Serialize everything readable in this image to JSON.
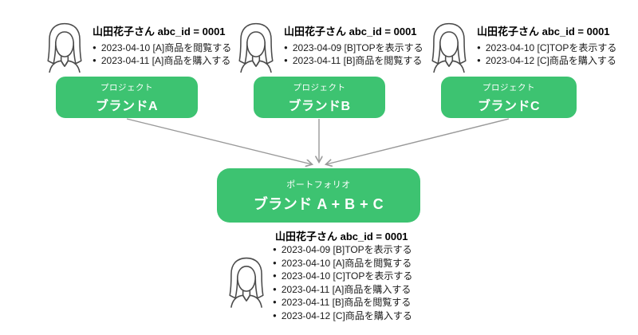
{
  "colors": {
    "node_green": "#3dc371",
    "node_text": "#ffffff",
    "arrow_gray": "#999999",
    "text_black": "#111111"
  },
  "top_groups": [
    {
      "icon": "woman-avatar",
      "title": "山田花子さん abc_id = 0001",
      "events": [
        "2023-04-10 [A]商品を閲覧する",
        "2023-04-11 [A]商品を購入する"
      ],
      "box_subtitle": "プロジェクト",
      "box_label": "ブランドA"
    },
    {
      "icon": "woman-avatar",
      "title": "山田花子さん abc_id = 0001",
      "events": [
        "2023-04-09 [B]TOPを表示する",
        "2023-04-11 [B]商品を閲覧する"
      ],
      "box_subtitle": "プロジェクト",
      "box_label": "ブランドB"
    },
    {
      "icon": "woman-avatar",
      "title": "山田花子さん abc_id = 0001",
      "events": [
        "2023-04-10 [C]TOPを表示する",
        "2023-04-12 [C]商品を購入する"
      ],
      "box_subtitle": "プロジェクト",
      "box_label": "ブランドC"
    }
  ],
  "portfolio": {
    "box_subtitle": "ポートフォリオ",
    "box_label": "ブランド A + B + C",
    "icon": "woman-avatar",
    "title": "山田花子さん abc_id = 0001",
    "events": [
      "2023-04-09 [B]TOPを表示する",
      "2023-04-10 [A]商品を閲覧する",
      "2023-04-10 [C]TOPを表示する",
      "2023-04-11 [A]商品を購入する",
      "2023-04-11 [B]商品を閲覧する",
      "2023-04-12 [C]商品を購入する"
    ]
  }
}
